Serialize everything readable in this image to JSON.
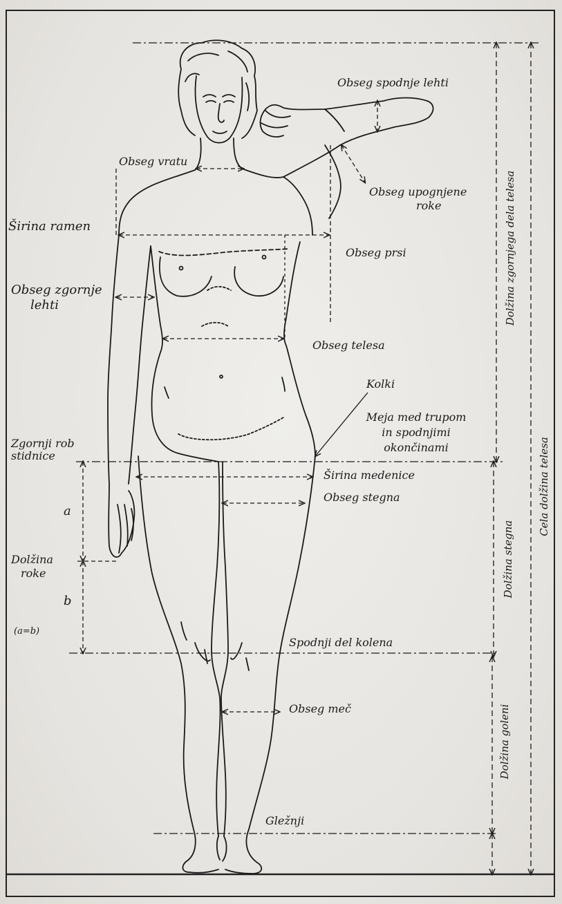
{
  "labels": {
    "obseg_spodnje_lehti": "Obseg spodnje lehti",
    "obseg_vratu": "Obseg vratu",
    "obseg_upognjene_roke_1": "Obseg upognjene",
    "obseg_upognjene_roke_2": "roke",
    "sirina_ramen": "Širina ramen",
    "obseg_prsi": "Obseg prsi",
    "obseg_zgornje_lehti_1": "Obseg zgornje",
    "obseg_zgornje_lehti_2": "lehti",
    "obseg_telesa": "Obseg telesa",
    "kolki": "Kolki",
    "meja_1": "Meja med trupom",
    "meja_2": "in spodnjimi",
    "meja_3": "okončinami",
    "zgornji_rob_1": "Zgornji rob",
    "zgornji_rob_2": "stidnice",
    "sirina_medenice": "Širina medenice",
    "obseg_stegna": "Obseg stegna",
    "a": "a",
    "dolzina_roke_1": "Dolžina",
    "dolzina_roke_2": "roke",
    "b": "b",
    "a_eq_b": "(a=b)",
    "spodnji_del_kolena": "Spodnji del kolena",
    "obseg_mec": "Obseg meč",
    "gleznji": "Gležnji"
  },
  "vertical_labels": {
    "dolzina_zgornjega": "Dolžina zgornjega dela telesa",
    "cela_dolzina": "Cela dolžina telesa",
    "dolzina_stegna": "Dolžina stegna",
    "dolzina_goleni": "Dolžina goleni"
  }
}
